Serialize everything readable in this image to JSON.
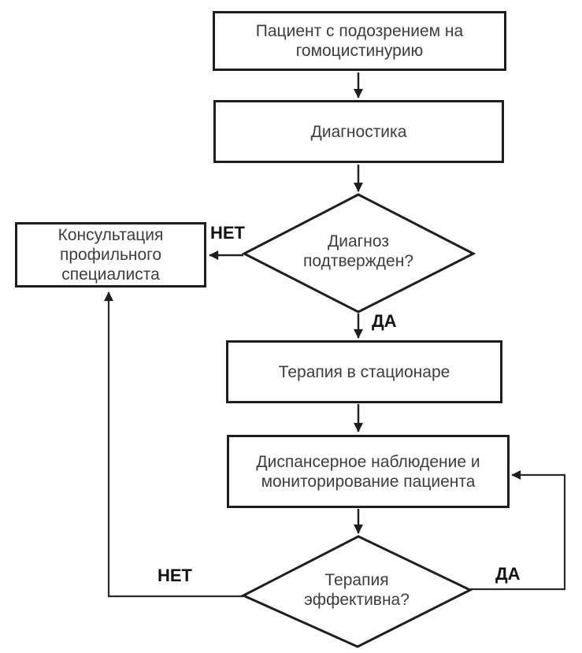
{
  "flowchart": {
    "nodes": {
      "patient": "Пациент с подозрением на гомоцистинурию",
      "diagnostics": "Диагностика",
      "decision_diagnosis": "Диагноз подтвержден?",
      "consultation": "Консультация профильного специалиста",
      "therapy": "Терапия в стационаре",
      "monitoring": "Диспансерное наблюдение и мониторирование пациента",
      "decision_therapy": "Терапия эффективна?"
    },
    "edges": [
      {
        "from": "patient",
        "to": "diagnostics",
        "label": ""
      },
      {
        "from": "diagnostics",
        "to": "decision_diagnosis",
        "label": ""
      },
      {
        "from": "decision_diagnosis",
        "to": "consultation",
        "label": "НЕТ"
      },
      {
        "from": "decision_diagnosis",
        "to": "therapy",
        "label": "ДА"
      },
      {
        "from": "therapy",
        "to": "monitoring",
        "label": ""
      },
      {
        "from": "monitoring",
        "to": "decision_therapy",
        "label": ""
      },
      {
        "from": "decision_therapy",
        "to": "consultation",
        "label": "НЕТ"
      },
      {
        "from": "decision_therapy",
        "to": "monitoring",
        "label": "ДА"
      }
    ],
    "colors": {
      "background": "#ffffff",
      "stroke": "#1e1e1e",
      "node_text": "#3d3d3d",
      "branch_label_text": "#121212"
    }
  }
}
